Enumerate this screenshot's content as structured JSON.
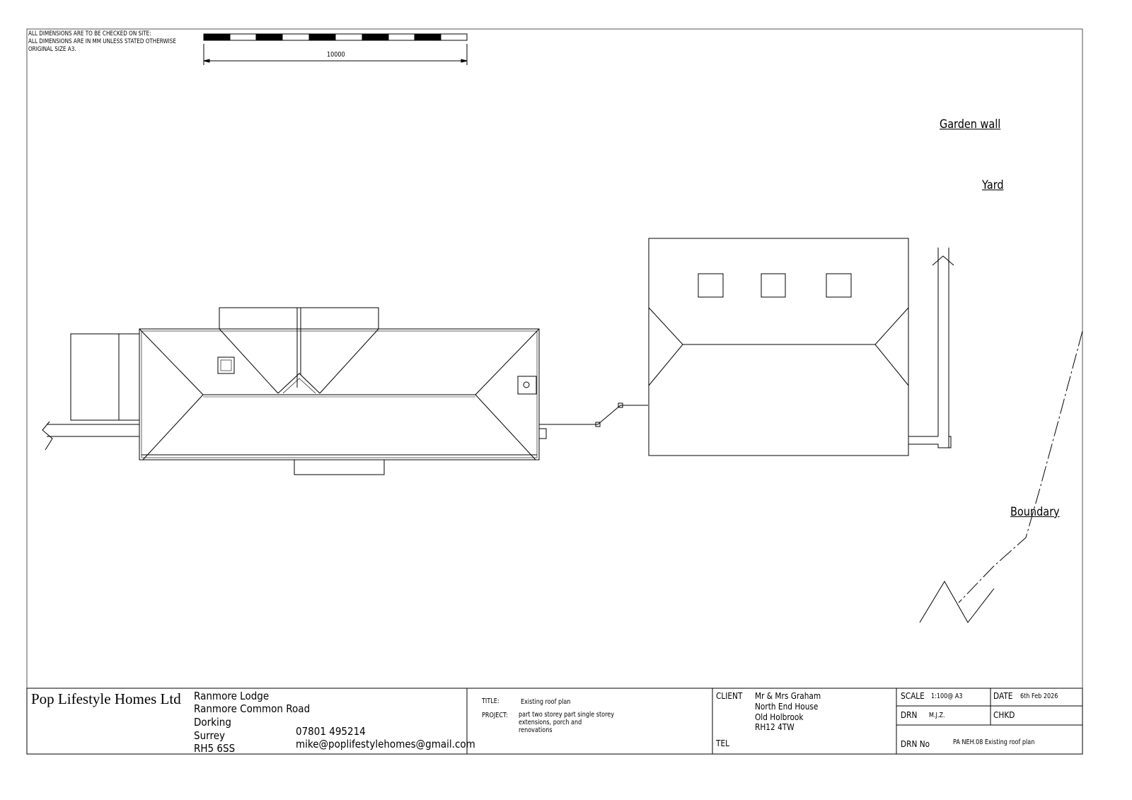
{
  "notes": [
    "ALL DIMENSIONS ARE TO BE CHECKED ON SITE:",
    "ALL DIMENSIONS ARE IN MM UNLESS STATED OTHERWISE",
    "ORIGINAL SIZE A3."
  ],
  "scale_bar": {
    "length_label": "10000"
  },
  "labels": {
    "garden_wall": "Garden wall",
    "yard": "Yard",
    "boundary": "Boundary"
  },
  "title_block": {
    "company": "Pop Lifestyle Homes Ltd",
    "address": [
      "Ranmore Lodge",
      "Ranmore Common Road",
      "Dorking",
      "Surrey",
      "RH5 6SS"
    ],
    "phone": "07801 495214",
    "email": "mike@poplifestylehomes@gmail.com",
    "title_label": "TITLE:",
    "title": "Existing roof plan",
    "project_label": "PROJECT:",
    "project": [
      "part two storey part single storey",
      "extensions, porch  and",
      "renovations"
    ],
    "client_label": "CLIENT",
    "client": [
      "Mr & Mrs Graham",
      "North End House",
      "Old Holbrook",
      "RH12 4TW"
    ],
    "tel_label": "TEL",
    "scale_label": "SCALE",
    "scale": "1:100@ A3",
    "date_label": "DATE",
    "date": "6th Feb 2026",
    "drn_label": "DRN",
    "drn": "M.J.Z.",
    "chkd_label": "CHKD",
    "drn_no_label": "DRN No",
    "drn_no": "PA NEH.08 Existing roof plan"
  }
}
